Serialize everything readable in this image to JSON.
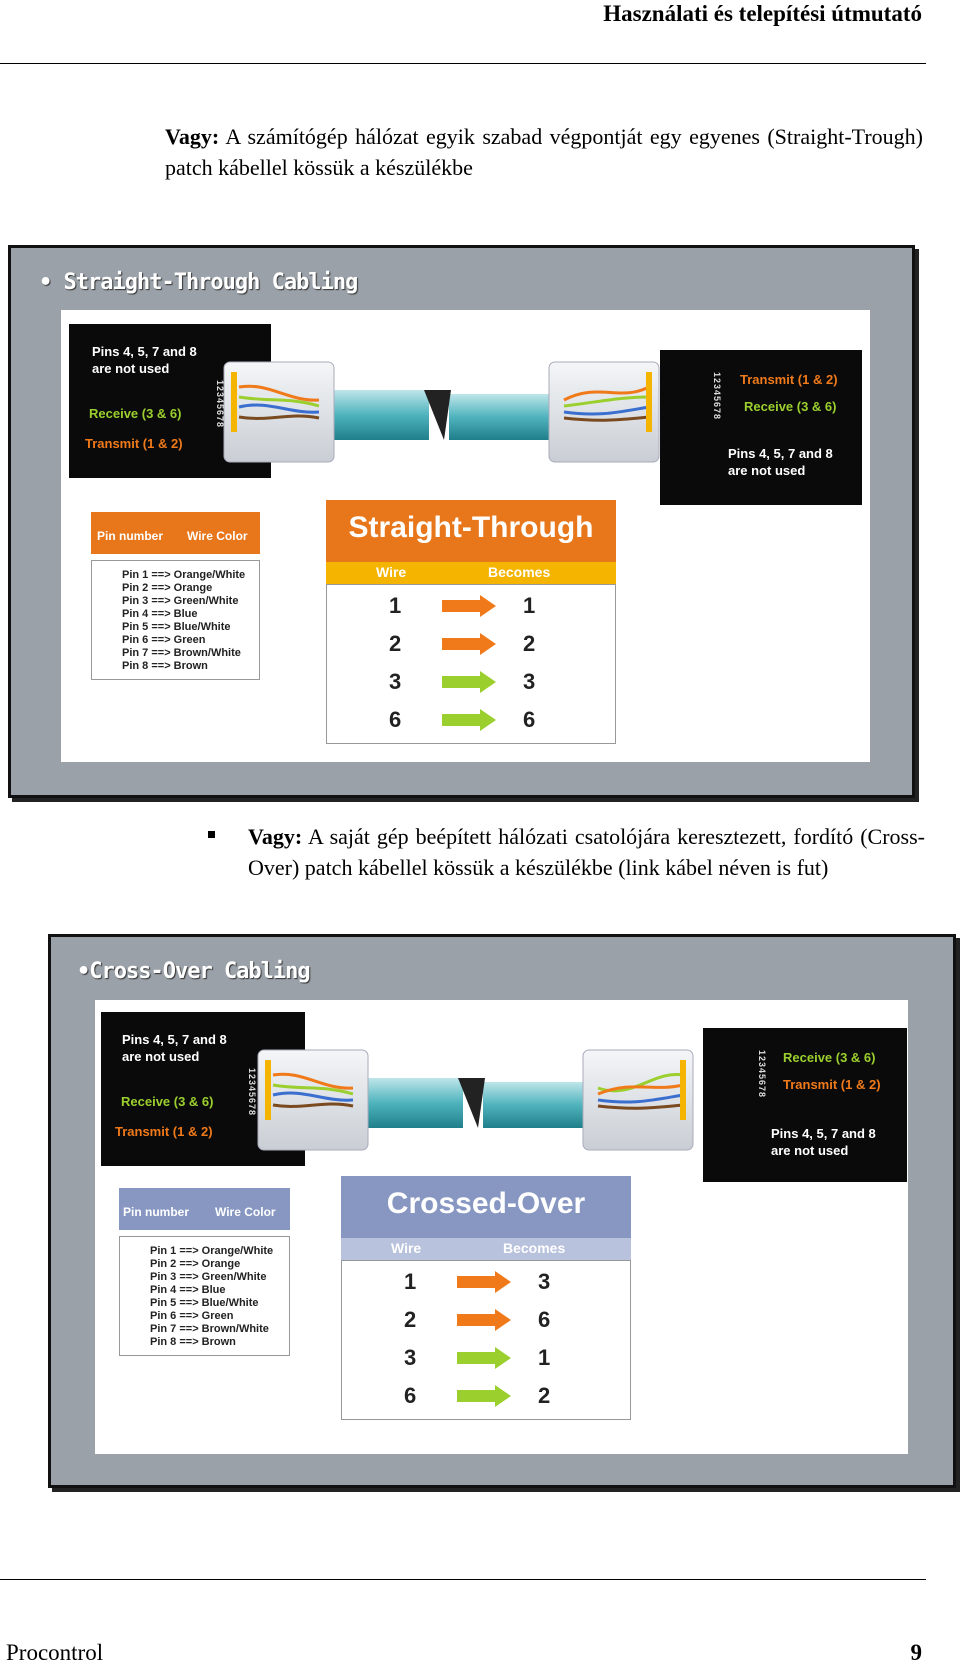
{
  "header": {
    "title": "Használati és telepítési útmutató"
  },
  "intro": {
    "lead": "Vagy:",
    "text": " A számítógép hálózat egyik szabad végpontját egy egyenes (Straight-Trough) patch kábellel kössük a készülékbe"
  },
  "bullet": {
    "lead": "Vagy:",
    "text": " A saját gép beépített hálózati csatolójára keresztezett, fordító (Cross-Over) patch kábellel kössük a készülékbe (link kábel néven is fut)"
  },
  "figure1": {
    "title": "• Straight-Through Cabling",
    "left_box": {
      "unused": "Pins 4, 5, 7 and 8",
      "unused2": "are not used",
      "receive": "Receive (3 & 6)",
      "transmit": "Transmit (1 & 2)",
      "pins": "12345678"
    },
    "right_box": {
      "transmit": "Transmit (1 & 2)",
      "receive": "Receive (3 & 6)",
      "unused": "Pins 4, 5, 7 and 8",
      "unused2": "are not used",
      "pins": "12345678"
    },
    "pin_table": {
      "col1": "Pin number",
      "col2": "Wire Color",
      "rows": [
        "Pin 1 ==> Orange/White",
        "Pin 2 ==> Orange",
        "Pin 3 ==> Green/White",
        "Pin 4 ==> Blue",
        "Pin 5 ==> Blue/White",
        "Pin 6 ==> Green",
        "Pin 7 ==> Brown/White",
        "Pin 8 ==> Brown"
      ]
    },
    "map": {
      "title": "Straight-Through",
      "col1": "Wire",
      "col2": "Becomes",
      "wire": [
        "1",
        "2",
        "3",
        "6"
      ],
      "becomes": [
        "1",
        "2",
        "3",
        "6"
      ]
    }
  },
  "figure2": {
    "title": "•Cross-Over Cabling",
    "left_box": {
      "unused": "Pins 4, 5, 7 and 8",
      "unused2": "are not used",
      "receive": "Receive (3 & 6)",
      "transmit": "Transmit (1 & 2)",
      "pins": "12345678"
    },
    "right_box": {
      "receive": "Receive (3 & 6)",
      "transmit": "Transmit (1 & 2)",
      "unused": "Pins 4, 5, 7 and 8",
      "unused2": "are not used",
      "pins": "12345678"
    },
    "pin_table": {
      "col1": "Pin number",
      "col2": "Wire Color",
      "rows": [
        "Pin 1 ==> Orange/White",
        "Pin 2 ==> Orange",
        "Pin 3 ==> Green/White",
        "Pin 4 ==> Blue",
        "Pin 5 ==> Blue/White",
        "Pin 6 ==> Green",
        "Pin 7 ==> Brown/White",
        "Pin 8 ==> Brown"
      ]
    },
    "map": {
      "title": "Crossed-Over",
      "col1": "Wire",
      "col2": "Becomes",
      "wire": [
        "1",
        "2",
        "3",
        "6"
      ],
      "becomes": [
        "3",
        "6",
        "1",
        "2"
      ]
    }
  },
  "colors": {
    "orange": "#f07a1a",
    "green": "#9bcf2e",
    "yellow": "#f4b400",
    "blue_gray": "#8797c2",
    "panel_gray": "#9aa1a8"
  },
  "footer": {
    "left": "Procontrol",
    "page": "9"
  }
}
